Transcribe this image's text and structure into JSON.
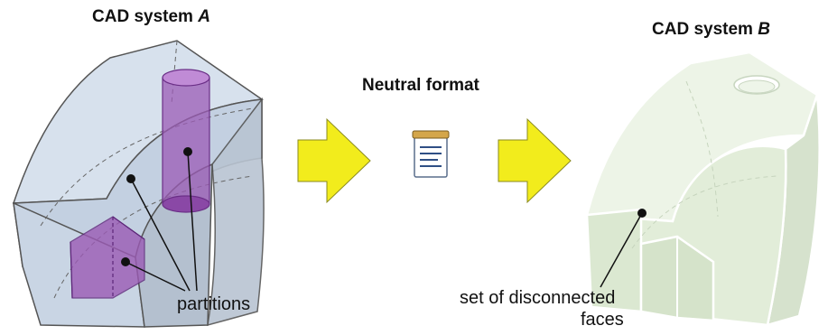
{
  "source": {
    "title_prefix": "CAD system ",
    "title_letter": "A"
  },
  "target": {
    "title_prefix": "CAD system ",
    "title_letter": "B"
  },
  "middle": {
    "title": "Neutral format",
    "icon": "notepad-document-icon"
  },
  "annotations": {
    "partitions": "partitions",
    "faces_line1": "set of disconnected",
    "faces_line2": "faces"
  },
  "colors": {
    "solid_a_fill": "#c9d5e4",
    "partition_purple": "#9b5bb5",
    "solid_b_fill": "#e3eedb",
    "arrow_yellow": "#f2ec1c"
  }
}
